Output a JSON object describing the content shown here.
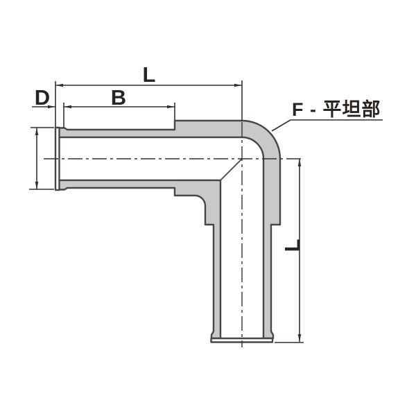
{
  "diagram": {
    "labels": {
      "dim_overall_length_top": "L",
      "dim_body_length": "B",
      "dim_end_collar_width": "D",
      "dim_overall_length_right": "L",
      "callout_flat_part": "F - 平坦部"
    },
    "colors": {
      "background": "#ffffff",
      "section_fill": "#c9cac8",
      "part_outline": "#4a4543",
      "end_face_fill": "#ffffff",
      "dimension_line": "#35302c",
      "label_text": "#29241f"
    }
  }
}
